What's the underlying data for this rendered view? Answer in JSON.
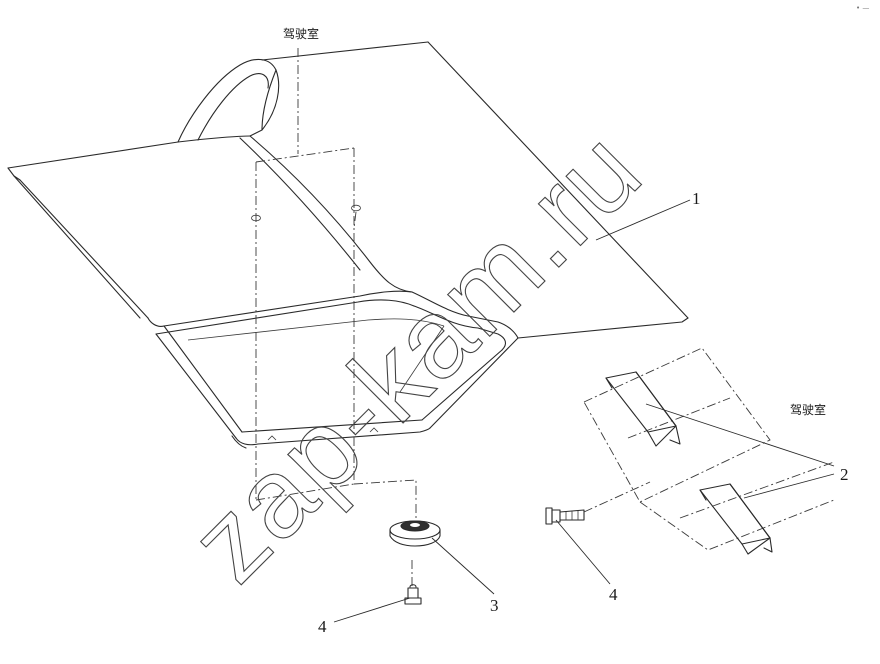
{
  "labels": {
    "cab_top": "驾驶室",
    "cab_right": "驾驶室"
  },
  "callouts": {
    "c1": "1",
    "c2": "2",
    "c3_center": "3",
    "c4_left": "4",
    "c4_right": "4"
  },
  "watermark": "zap-kam.ru",
  "corner_mark": "• —"
}
